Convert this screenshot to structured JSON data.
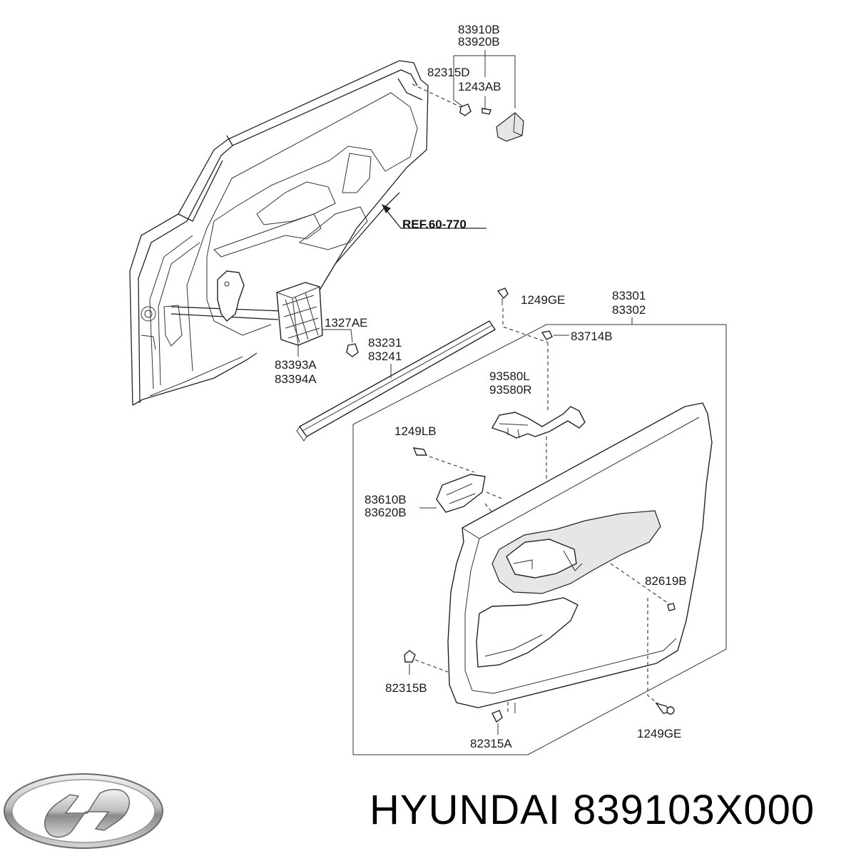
{
  "caption": {
    "brand": "HYUNDAI",
    "part_number": "839103X000"
  },
  "logo": {
    "name": "hyundai-logo-icon"
  },
  "callouts": {
    "c83910B": "83910B",
    "c83920B": "83920B",
    "c82315D": "82315D",
    "c1243AB": "1243AB",
    "ref": "REF.60-770",
    "c1249GE_top": "1249GE",
    "c83301": "83301",
    "c83302": "83302",
    "c83714B": "83714B",
    "c1327AE": "1327AE",
    "c83231": "83231",
    "c83241": "83241",
    "c83393A": "83393A",
    "c83394A": "83394A",
    "c93580L": "93580L",
    "c93580R": "93580R",
    "c1249LB": "1249LB",
    "c83610B": "83610B",
    "c83620B": "83620B",
    "c82619B": "82619B",
    "c82315B": "82315B",
    "c82315A": "82315A",
    "c1249GE_bottom": "1249GE"
  }
}
